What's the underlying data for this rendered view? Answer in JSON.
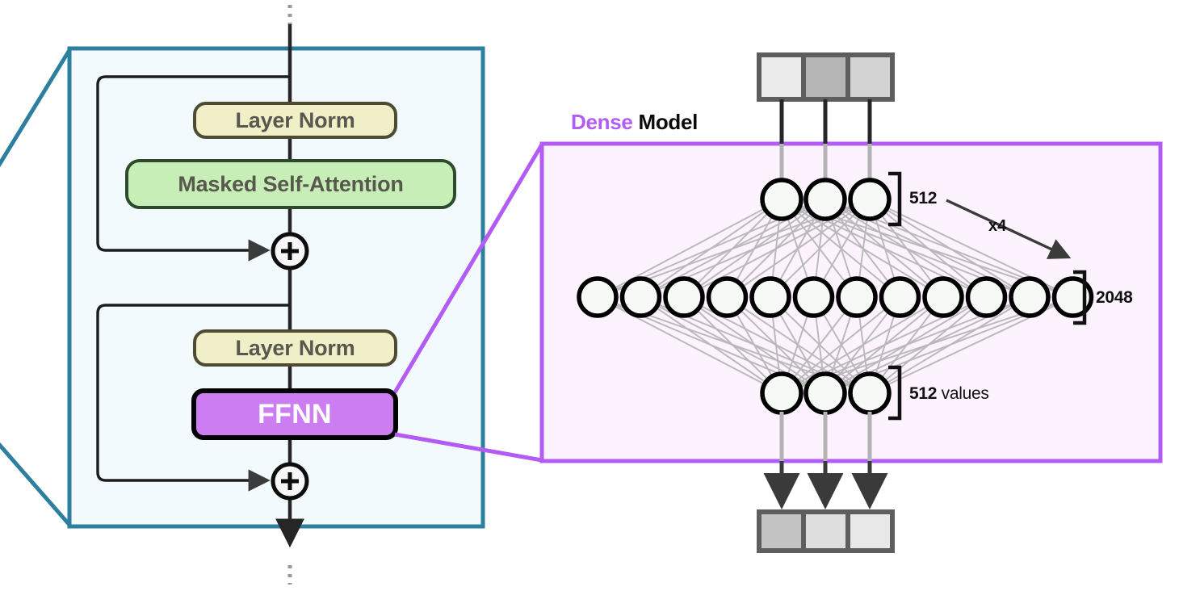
{
  "diagram": {
    "title_dense": "Dense",
    "title_model": " Model",
    "colors": {
      "panel_border_teal": "#2c7f9e",
      "panel_fill_teal": "#f2fafd",
      "panel_border_purple": "#b35cf5",
      "panel_fill_purple": "#fdf3ff",
      "ffnn_fill": "#cc7df2",
      "layernorm_fill": "#f0efc8",
      "layernorm_border": "#4d4b31",
      "attention_fill": "#c8eeb8",
      "attention_border": "#2d4a2d",
      "stroke_dark": "#262626",
      "stroke_gray": "#b3b3b3",
      "neuron_fill": "#f7f9f7",
      "neuron_stroke": "#000000"
    },
    "transformer_block": {
      "blocks": [
        {
          "id": "layer-norm-1",
          "label": "Layer Norm"
        },
        {
          "id": "masked-self-attention",
          "label": "Masked Self-Attention"
        },
        {
          "id": "layer-norm-2",
          "label": "Layer Norm"
        },
        {
          "id": "ffnn",
          "label": "FFNN"
        }
      ],
      "residual_adds": [
        {
          "id": "residual-add-1",
          "label": "+"
        },
        {
          "id": "residual-add-2",
          "label": "+"
        }
      ]
    },
    "dense_model": {
      "annotations": [
        {
          "id": "input-layer-size",
          "bold": "512",
          "rest": ""
        },
        {
          "id": "expansion-factor",
          "bold": "x4",
          "rest": ""
        },
        {
          "id": "hidden-layer-size",
          "bold": "2048",
          "rest": ""
        },
        {
          "id": "output-layer-size",
          "bold": "512",
          "rest": " values"
        }
      ],
      "layers": {
        "input_neuron_count": 3,
        "hidden_neuron_count": 12,
        "output_neuron_count": 3
      },
      "input_tokens": [
        {
          "id": "input-token-1",
          "fill": "#ececec"
        },
        {
          "id": "input-token-2",
          "fill": "#b5b5b5"
        },
        {
          "id": "input-token-3",
          "fill": "#d2d2d2"
        }
      ],
      "output_tokens": [
        {
          "id": "output-token-1",
          "fill": "#c4c4c4"
        },
        {
          "id": "output-token-2",
          "fill": "#dedede"
        },
        {
          "id": "output-token-3",
          "fill": "#e8e8e8"
        }
      ]
    }
  }
}
